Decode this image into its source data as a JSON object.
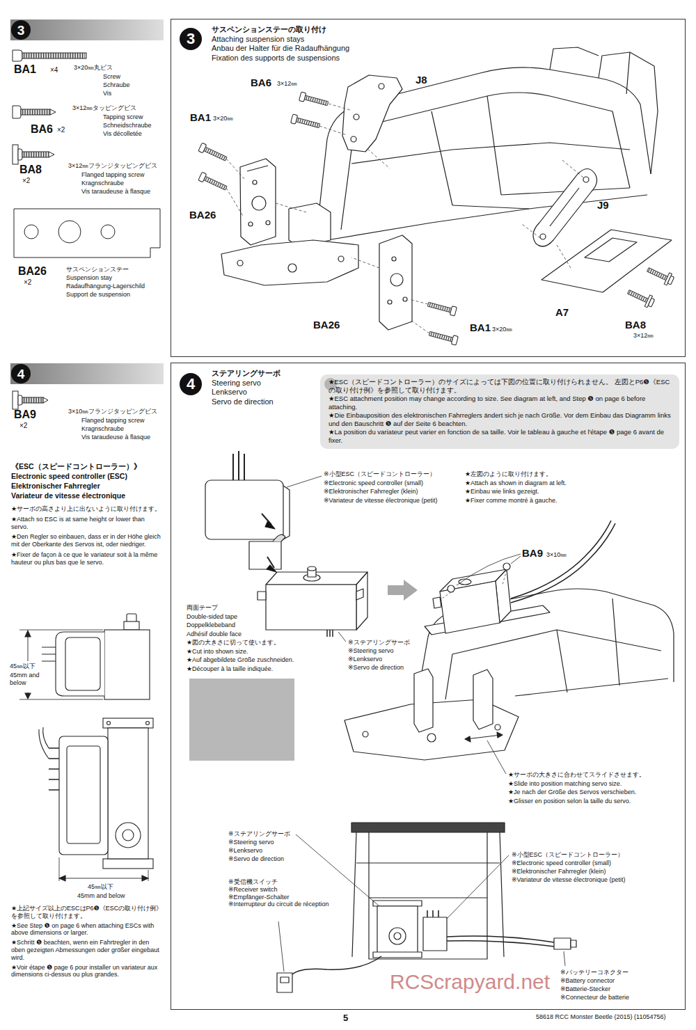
{
  "diagram": {
    "nodes": [
      {
        "text": [
          "3"
        ]
      },
      {
        "text": [
          "サスペンションステーの取り付け",
          "Attaching suspension stays",
          "Anbau der Halter für die Radaufhängung",
          "Fixation des supports de suspensions"
        ]
      },
      {
        "text": [
          "3"
        ],
        "in": 1
      },
      {
        "text": [
          "4"
        ]
      },
      {
        "text": [
          "ステアリングサーボ",
          "Steering servo",
          "Lenkservo",
          "Servo de direction"
        ]
      },
      {
        "text": [
          "4"
        ],
        "in": 4
      },
      {
        "text": [
          "★ESC（スピードコントローラー）のサイズによっては下図の位置に取り付けられません。 左図とP6❺《ESCの取り付け例》を参照して取り付けます。",
          "★ESC attachment position may change according to size. See diagram at left, and Step ❺ on page 6 before attaching.",
          "★Die Einbauposition des elektronischen Fahrreglers ändert sich je nach Größe. Vor dem Einbau das Diagramm links und den Bauschritt ❺ auf der Seite 6 beachten.",
          "★La position du variateur peut varier en fonction de sa taille. Voir le tableau à gauche et l'étape ❺ page 6 avant de fixer."
        ],
        "in": 4
      }
    ],
    "labels": [
      "BA1",
      "×4",
      "3×20㎜丸ビス",
      "Screw",
      "Schraube",
      "Vis",
      "BA6",
      "×2",
      "3×12㎜タッピングビス",
      "Tapping screw",
      "Schneidschraube",
      "Vis décolletée",
      "BA8",
      "×2",
      "3×12㎜フランジタッピングビス",
      "Flanged tapping screw",
      "Kragnschraube",
      "Vis taraudeuse à flasque",
      "BA26",
      "×2",
      "サスペンションステー",
      "Suspension stay",
      "Radaufhängung-Lagerschild",
      "Support de suspension",
      "BA6",
      "3×12㎜",
      "J8",
      "BA1",
      "3×20㎜",
      "BA26",
      "J9",
      "BA26",
      "BA1",
      "3×20㎜",
      "A7",
      "BA8",
      "3×12㎜",
      "BA9",
      "×2",
      "3×10㎜フランジタッピングビス",
      "Flanged tapping screw",
      "Kragnschraube",
      "Vis taraudeuse à flasque",
      "《ESC（スピードコントローラー）》",
      "Electronic speed controller (ESC)",
      "Elektronischer Fahrregler",
      "Variateur de vitesse électronique",
      "★サーボの高さより上に出ないように取り付けます。",
      "★Attach so ESC is at same height or lower than servo.",
      "★Den Regler so einbauen, dass er in der Höhe gleich mit der Oberkante des Servos ist, oder niedriger.",
      "★Fixer de façon à ce que le variateur soit à la même hauteur ou plus bas que le servo.",
      "45㎜以下",
      "45mm and below",
      "45㎜以下",
      "45mm and below",
      "★上記サイズ以上のESCはP6❺《ESCの取り付け例》を参照して取り付けます。",
      "★See Step ❺ on page 6 when attaching ESCs with above dimensions or larger.",
      "★Schritt ❺ beachten, wenn ein Fahrtregler in den oben gezeigten Abmessungen oder größer eingebaut wird.",
      "★Voir étape ❺ page 6 pour installer un variateur aux dimensions ci-dessus ou plus grandes.",
      "※小型ESC（スピードコントローラー）",
      "※Electronic speed controller (small)",
      "※Elektronischer Fahrregler (klein)",
      "※Variateur de vitesse électronique (petit)",
      "★左図のように取り付けます。",
      "★Attach as shown in diagram at left.",
      "★Einbau wie links gezeigt.",
      "★Fixer comme montré à gauche.",
      "両面テープ",
      "Double-sided tape",
      "Doppelklebeband",
      "Adhésif double face",
      "★図の大きさに切って使います。",
      "★Cut into shown size.",
      "★Auf abgebildete Größe zuschneiden.",
      "★Découper à la taille indiquée.",
      "※ステアリングサーボ",
      "※Steering servo",
      "※Lenkservo",
      "※Servo de direction",
      "BA9",
      "3×10㎜",
      "★サーボの大きさに合わせてスライドさせます。",
      "★Slide into position matching servo size.",
      "★Je nach der Größe des Servos verschieben.",
      "★Glisser en position selon la taille du servo.",
      "※ステアリングサーボ",
      "※Steering servo",
      "※Lenkservo",
      "※Servo de direction",
      "※受信機スイッチ",
      "※Receiver switch",
      "※Empfänger-Schalter",
      "※Interrupteur du circuit de réception",
      "※小型ESC（スピードコントローラー）",
      "※Electronic speed controller (small)",
      "※Elektronischer Fahrregler (klein)",
      "※Variateur de vitesse électronique (petit)",
      "※バッテリーコネクター",
      "※Battery connector",
      "※Batterie-Stecker",
      "※Connecteur de batterie",
      "RCScrapyard.net",
      "5",
      "58618 RCC Monster Beetle (2015) (11054756)"
    ]
  }
}
